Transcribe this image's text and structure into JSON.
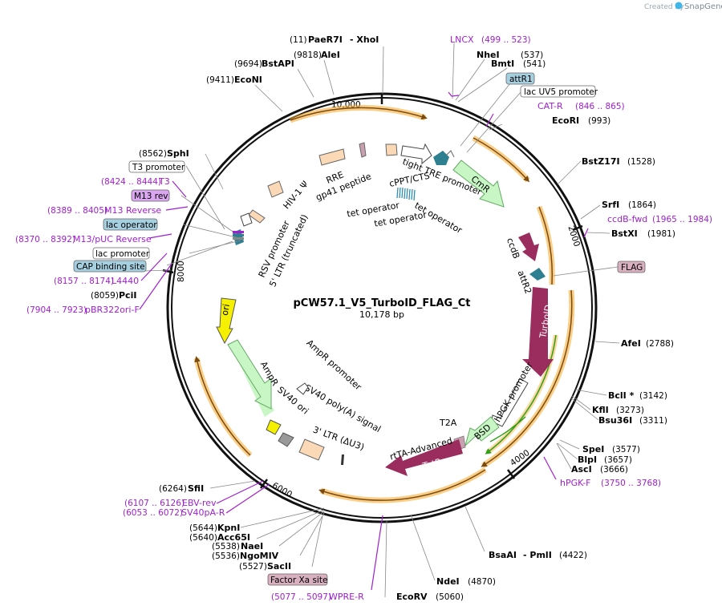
{
  "credit": {
    "prefix": "Created by",
    "brand": "SnapGene"
  },
  "plasmid": {
    "name": "pCW57.1_V5_TurboID_FLAG_Ct",
    "size": "10,178 bp"
  },
  "ticks": [
    "10,000",
    "2000",
    "4000",
    "6000",
    "8000"
  ],
  "sites": {
    "paer7i": {
      "pos": "(11)",
      "name": "PaeR7I",
      "extra": "- XhoI"
    },
    "alei": {
      "pos": "(9818)",
      "name": "AleI"
    },
    "bstapi": {
      "pos": "(9694)",
      "name": "BstAPI"
    },
    "econi": {
      "pos": "(9411)",
      "name": "EcoNI"
    },
    "nhei": {
      "name": "NheI",
      "pos": "(537)"
    },
    "bmti": {
      "name": "BmtI",
      "pos": "(541)"
    },
    "ecori": {
      "name": "EcoRI",
      "pos": "(993)"
    },
    "bstz17i": {
      "name": "BstZ17I",
      "pos": "(1528)"
    },
    "srfi": {
      "name": "SrfI",
      "pos": "(1864)"
    },
    "bstxi": {
      "name": "BstXI",
      "pos": "(1981)"
    },
    "afei": {
      "name": "AfeI",
      "pos": "(2788)"
    },
    "bcli": {
      "name": "BclI *",
      "pos": "(3142)"
    },
    "kfli": {
      "name": "KflI",
      "pos": "(3273)"
    },
    "bsu36i": {
      "name": "Bsu36I",
      "pos": "(3311)"
    },
    "spei": {
      "name": "SpeI",
      "pos": "(3577)"
    },
    "blpi": {
      "name": "BlpI",
      "pos": "(3657)"
    },
    "asci": {
      "name": "AscI",
      "pos": "(3666)"
    },
    "bsaai": {
      "name": "BsaAI",
      "extra": "- PmlI",
      "pos": "(4422)"
    },
    "ndei": {
      "name": "NdeI",
      "pos": "(4870)"
    },
    "ecorv": {
      "name": "EcoRV",
      "pos": "(5060)"
    },
    "saci": {
      "pos": "(5527)",
      "name": "SacII"
    },
    "ngomiv": {
      "pos": "(5536)",
      "name": "NgoMIV"
    },
    "naei": {
      "pos": "(5538)",
      "name": "NaeI"
    },
    "acc65i": {
      "pos": "(5640)",
      "name": "Acc65I"
    },
    "kpni": {
      "pos": "(5644)",
      "name": "KpnI"
    },
    "sfii": {
      "pos": "(6264)",
      "name": "SfiI"
    },
    "pcii": {
      "pos": "(8059)",
      "name": "PciI"
    },
    "sphi": {
      "pos": "(8562)",
      "name": "SphI"
    }
  },
  "primers": {
    "lncx": {
      "name": "LNCX",
      "range": "(499 .. 523)"
    },
    "catr": {
      "name": "CAT-R",
      "range": "(846 .. 865)"
    },
    "ccdb": {
      "name": "ccdB-fwd",
      "range": "(1965 .. 1984)"
    },
    "hpgkf": {
      "name": "hPGK-F",
      "range": "(3750 .. 3768)"
    },
    "ebv": {
      "range": "(6107 .. 6126)",
      "name": "EBV-rev"
    },
    "sv40pa": {
      "range": "(6053 .. 6072)",
      "name": "SV40pA-R"
    },
    "wpre": {
      "range": "(5077 .. 5097)",
      "name": "WPRE-R"
    },
    "t3": {
      "range": "(8424 .. 8444)",
      "name": "T3"
    },
    "m13r": {
      "range": "(8389 .. 8405)",
      "name": "M13 Reverse"
    },
    "m13puc": {
      "range": "(8370 .. 8392)",
      "name": "M13/pUC Reverse"
    },
    "l4440": {
      "range": "(8157 .. 8174)",
      "name": "L4440"
    },
    "pbr": {
      "range": "(7904 .. 7923)",
      "name": "pBR322ori-F"
    }
  },
  "boxes": {
    "attr1": "attR1",
    "lacuv5": "lac UV5 promoter",
    "flag": "FLAG",
    "t3prom": "T3 promoter",
    "m13rev": "M13 rev",
    "lacop": "lac operator",
    "lacprom": "lac promoter",
    "cap": "CAP binding site",
    "factorxa": "Factor Xa site"
  },
  "features": {
    "cmr": "CmR",
    "ccdb": "ccdB",
    "attr2": "attR2",
    "turboid": "TurboID",
    "hpgk": "hPGK promoter",
    "bsd": "BSD",
    "t2a": "T2A",
    "rtetr": "rTetR",
    "rtta": "rtTA-Advanced",
    "ltr3": "3' LTR (ΔU3)",
    "sv40pa": "SV40 poly(A) signal",
    "sv40ori": "SV40 ori",
    "ampr": "AmpR",
    "amprprom": "AmpR promoter",
    "ori": "ori",
    "rsv": "RSV promoter",
    "ltr5": "5' LTR (truncated)",
    "hiv": "HIV-1 Ψ",
    "rre": "RRE",
    "gp41": "gp41 peptide",
    "cppt": "cPPT/CTS",
    "tre": "tight TRE promoter",
    "tetop1": "tet operator",
    "tetop2": "tet operator",
    "tetop3": "tet operator"
  },
  "colors": {
    "orf": "#f6a623",
    "orf_arrow": "#7a4a10",
    "cmr": "#c8f7c5",
    "magenta": "#9b2d5e",
    "teal": "#2e7f8f",
    "ori": "#f5f000",
    "primer": "#a020d0",
    "blue_box": "#a6cfe0",
    "pink_box": "#d8b0c0",
    "purple_box": "#d9a6ef",
    "tan": "#fcd9b6",
    "green_line": "#2ea01c"
  }
}
